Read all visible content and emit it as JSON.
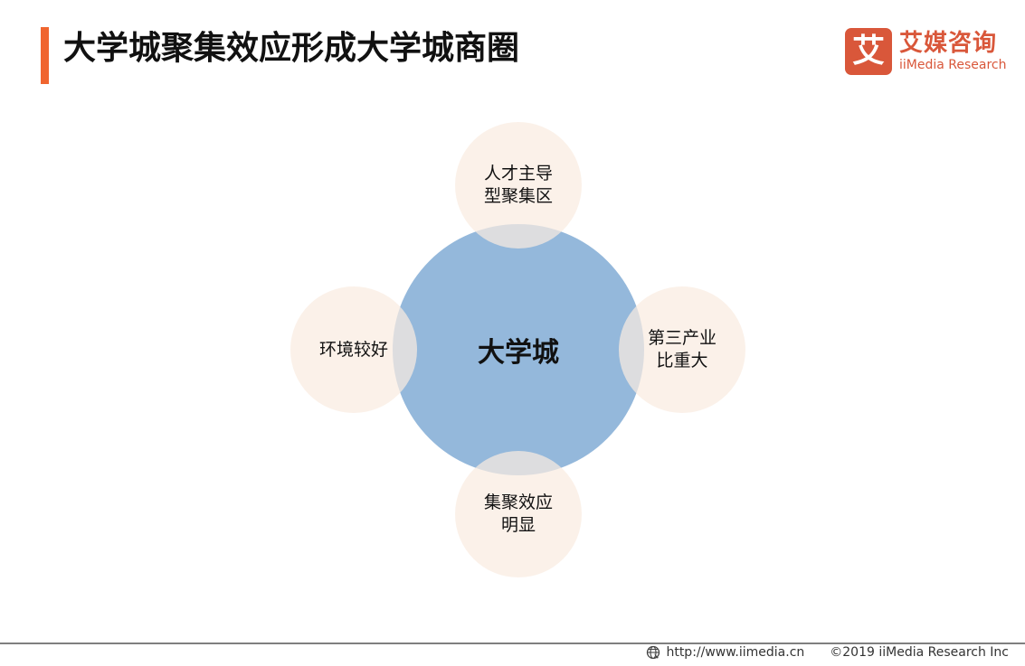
{
  "header": {
    "title": "大学城聚集效应形成大学城商圈",
    "accent_color": "#f0652f"
  },
  "logo": {
    "glyph": "艾",
    "name_cn": "艾媒咨询",
    "name_en": "iiMedia Research",
    "color": "#d9573a"
  },
  "diagram": {
    "center": {
      "label": "大学城",
      "color": "#94b8db"
    },
    "satellites": [
      {
        "position": "top",
        "label": "人才主导\n型聚集区"
      },
      {
        "position": "left",
        "label": "环境较好"
      },
      {
        "position": "right",
        "label": "第三产业\n比重大"
      },
      {
        "position": "bottom",
        "label": "集聚效应\n明显"
      }
    ],
    "satellite_color": "#faebe0"
  },
  "footer": {
    "icon": "globe-icon",
    "url": "http://www.iimedia.cn",
    "copyright": "©2019  iiMedia Research  Inc"
  }
}
